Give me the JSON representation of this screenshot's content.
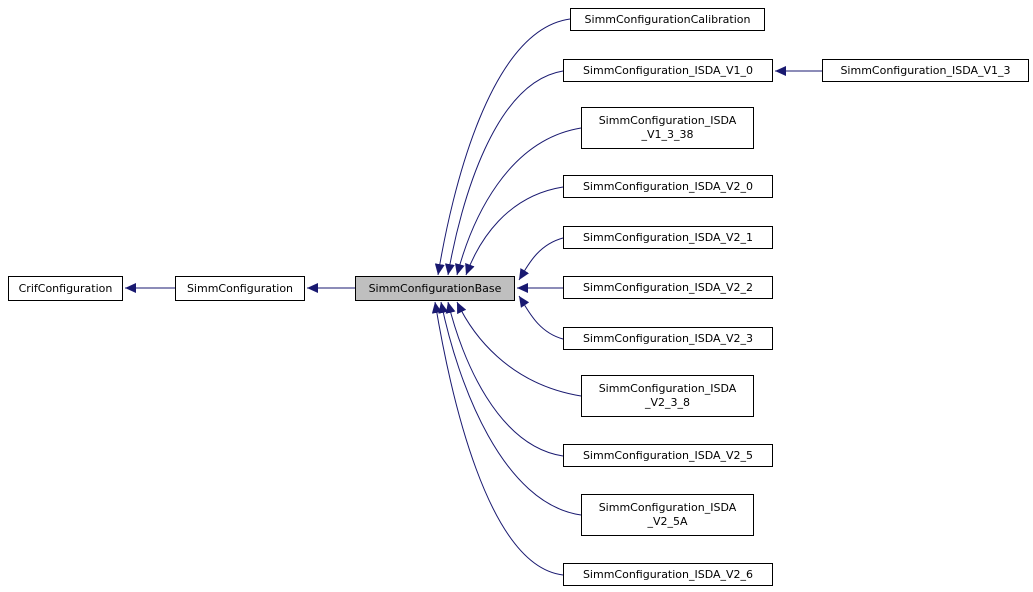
{
  "diagram": {
    "kind": "class-inheritance-graph",
    "style": "doxygen",
    "focus_class": "SimmConfigurationBase"
  },
  "colors": {
    "arrow": "#191970",
    "box_border": "#000000",
    "box_fill": "#ffffff",
    "focus_box_fill": "#bfbfbf",
    "text": "#000000",
    "background": "#ffffff"
  },
  "nodes": {
    "crif_configuration": {
      "label": "CrifConfiguration",
      "highlighted": false
    },
    "simm_configuration": {
      "label": "SimmConfiguration",
      "highlighted": false
    },
    "simm_configuration_base": {
      "label": "SimmConfigurationBase",
      "highlighted": true
    },
    "calibration": {
      "label": "SimmConfigurationCalibration",
      "highlighted": false
    },
    "isda_v1_0": {
      "label": "SimmConfiguration_ISDA_V1_0",
      "highlighted": false
    },
    "isda_v1_3": {
      "label": "SimmConfiguration_ISDA_V1_3",
      "highlighted": false
    },
    "isda_v1_3_38": {
      "label": "SimmConfiguration_ISDA\n_V1_3_38",
      "highlighted": false
    },
    "isda_v2_0": {
      "label": "SimmConfiguration_ISDA_V2_0",
      "highlighted": false
    },
    "isda_v2_1": {
      "label": "SimmConfiguration_ISDA_V2_1",
      "highlighted": false
    },
    "isda_v2_2": {
      "label": "SimmConfiguration_ISDA_V2_2",
      "highlighted": false
    },
    "isda_v2_3": {
      "label": "SimmConfiguration_ISDA_V2_3",
      "highlighted": false
    },
    "isda_v2_3_8": {
      "label": "SimmConfiguration_ISDA\n_V2_3_8",
      "highlighted": false
    },
    "isda_v2_5": {
      "label": "SimmConfiguration_ISDA_V2_5",
      "highlighted": false
    },
    "isda_v2_5a": {
      "label": "SimmConfiguration_ISDA\n_V2_5A",
      "highlighted": false
    },
    "isda_v2_6": {
      "label": "SimmConfiguration_ISDA_V2_6",
      "highlighted": false
    }
  },
  "edges": [
    {
      "from": "SimmConfiguration",
      "to": "CrifConfiguration",
      "relation": "inherits"
    },
    {
      "from": "SimmConfigurationBase",
      "to": "SimmConfiguration",
      "relation": "inherits"
    },
    {
      "from": "SimmConfigurationCalibration",
      "to": "SimmConfigurationBase",
      "relation": "inherits"
    },
    {
      "from": "SimmConfiguration_ISDA_V1_0",
      "to": "SimmConfigurationBase",
      "relation": "inherits"
    },
    {
      "from": "SimmConfiguration_ISDA_V1_3",
      "to": "SimmConfiguration_ISDA_V1_0",
      "relation": "inherits"
    },
    {
      "from": "SimmConfiguration_ISDA_V1_3_38",
      "to": "SimmConfigurationBase",
      "relation": "inherits"
    },
    {
      "from": "SimmConfiguration_ISDA_V2_0",
      "to": "SimmConfigurationBase",
      "relation": "inherits"
    },
    {
      "from": "SimmConfiguration_ISDA_V2_1",
      "to": "SimmConfigurationBase",
      "relation": "inherits"
    },
    {
      "from": "SimmConfiguration_ISDA_V2_2",
      "to": "SimmConfigurationBase",
      "relation": "inherits"
    },
    {
      "from": "SimmConfiguration_ISDA_V2_3",
      "to": "SimmConfigurationBase",
      "relation": "inherits"
    },
    {
      "from": "SimmConfiguration_ISDA_V2_3_8",
      "to": "SimmConfigurationBase",
      "relation": "inherits"
    },
    {
      "from": "SimmConfiguration_ISDA_V2_5",
      "to": "SimmConfigurationBase",
      "relation": "inherits"
    },
    {
      "from": "SimmConfiguration_ISDA_V2_5A",
      "to": "SimmConfigurationBase",
      "relation": "inherits"
    },
    {
      "from": "SimmConfiguration_ISDA_V2_6",
      "to": "SimmConfigurationBase",
      "relation": "inherits"
    }
  ]
}
